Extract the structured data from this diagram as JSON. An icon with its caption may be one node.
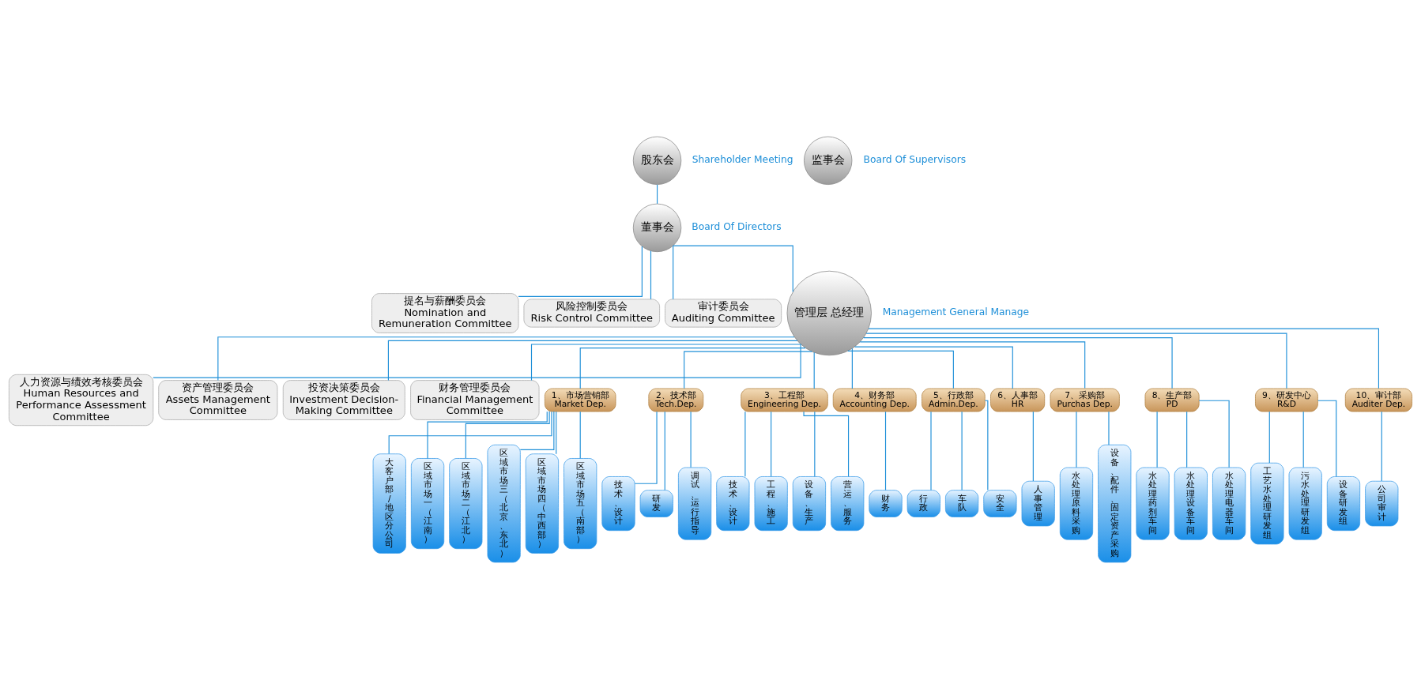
{
  "diagram": {
    "nodes": [
      {
        "text": [
          "股东会"
        ],
        "beside": [
          "Shareholder Meeting"
        ]
      },
      {
        "text": [
          "监事会"
        ],
        "beside": [
          "Board Of Supervisors"
        ]
      },
      {
        "text": [
          "董事会"
        ],
        "beside": [
          "Board Of Directors"
        ]
      },
      {
        "text": [
          "提名与薪酬委员会",
          "Nomination and Remuneration Committee"
        ]
      },
      {
        "text": [
          "风险控制委员会",
          "Risk Control Committee"
        ]
      },
      {
        "text": [
          "审计委员会",
          "Auditing Committee"
        ]
      },
      {
        "text": [
          "管理层 总经理"
        ],
        "beside": [
          "Management General Manage"
        ]
      },
      {
        "text": [
          "人力资源与绩效考核委员会",
          "Human Resources and Performance Assessment Committee"
        ]
      },
      {
        "text": [
          "资产管理委员会",
          "Assets Management Committee"
        ]
      },
      {
        "text": [
          "投资决策委员会",
          "Investment Decision-Making Committee"
        ]
      },
      {
        "text": [
          "财务管理委员会",
          "Financial Management Committee"
        ]
      },
      {
        "text": [
          "1、市场营销部",
          "Market Dep."
        ]
      },
      {
        "text": [
          "2、技术部",
          "Tech.Dep."
        ]
      },
      {
        "text": [
          "3、工程部",
          "Engineering Dep."
        ]
      },
      {
        "text": [
          "4、财务部",
          "Accounting Dep."
        ]
      },
      {
        "text": [
          "5、行政部",
          "Admin.Dep."
        ]
      },
      {
        "text": [
          "6、人事部",
          "HR"
        ]
      },
      {
        "text": [
          "7、采购部",
          "Purchas Dep."
        ]
      },
      {
        "text": [
          "8、生产部",
          "PD"
        ]
      },
      {
        "text": [
          "9、研发中心",
          "R&D"
        ]
      },
      {
        "text": [
          "10、审计部",
          "Auditer Dep."
        ]
      },
      {
        "text": [
          "大客户部/地区分公司"
        ]
      },
      {
        "text": [
          "区域市场一（江南）"
        ]
      },
      {
        "text": [
          "区域市场二（江北）"
        ]
      },
      {
        "text": [
          "区域市场三（北京、东北）"
        ]
      },
      {
        "text": [
          "区域市场四（中西部）"
        ]
      },
      {
        "text": [
          "区域市场五（南部）"
        ]
      },
      {
        "text": [
          "技术、设计"
        ]
      },
      {
        "text": [
          "研发"
        ]
      },
      {
        "text": [
          "调试、运行指导"
        ]
      },
      {
        "text": [
          "技术、设计"
        ]
      },
      {
        "text": [
          "工程、施工"
        ]
      },
      {
        "text": [
          "设备、生产"
        ]
      },
      {
        "text": [
          "营运、服务"
        ]
      },
      {
        "text": [
          "财务"
        ]
      },
      {
        "text": [
          "行政"
        ]
      },
      {
        "text": [
          "车队"
        ]
      },
      {
        "text": [
          "安全"
        ]
      },
      {
        "text": [
          "人事管理"
        ]
      },
      {
        "text": [
          "水处理原料采购"
        ]
      },
      {
        "text": [
          "设备、配件、固定资产采购"
        ]
      },
      {
        "text": [
          "水处理药剂车间"
        ]
      },
      {
        "text": [
          "水处理设备车间"
        ]
      },
      {
        "text": [
          "水处理电器车间"
        ]
      },
      {
        "text": [
          "工艺水处理研发组"
        ]
      },
      {
        "text": [
          "污水处理研发组"
        ]
      },
      {
        "text": [
          "设备研发组"
        ]
      },
      {
        "text": [
          "公司审计"
        ]
      }
    ],
    "edges": [
      {
        "from": 0,
        "to": 2,
        "arrow": "none"
      },
      {
        "from": 2,
        "to": 3,
        "arrow": "none"
      },
      {
        "from": 2,
        "to": 4,
        "arrow": "none"
      },
      {
        "from": 2,
        "to": 5,
        "arrow": "none"
      },
      {
        "from": 2,
        "to": 6,
        "arrow": "none"
      },
      {
        "from": 6,
        "to": 7,
        "arrow": "none"
      },
      {
        "from": 6,
        "to": 8,
        "arrow": "none"
      },
      {
        "from": 6,
        "to": 9,
        "arrow": "none"
      },
      {
        "from": 6,
        "to": 10,
        "arrow": "none"
      },
      {
        "from": 6,
        "to": 11,
        "arrow": "none"
      },
      {
        "from": 6,
        "to": 12,
        "arrow": "none"
      },
      {
        "from": 6,
        "to": 13,
        "arrow": "none"
      },
      {
        "from": 6,
        "to": 14,
        "arrow": "none"
      },
      {
        "from": 6,
        "to": 15,
        "arrow": "none"
      },
      {
        "from": 6,
        "to": 16,
        "arrow": "none"
      },
      {
        "from": 6,
        "to": 17,
        "arrow": "none"
      },
      {
        "from": 6,
        "to": 18,
        "arrow": "none"
      },
      {
        "from": 6,
        "to": 19,
        "arrow": "none"
      },
      {
        "from": 6,
        "to": 20,
        "arrow": "none"
      },
      {
        "from": 11,
        "to": 21,
        "arrow": "none"
      },
      {
        "from": 11,
        "to": 22,
        "arrow": "none"
      },
      {
        "from": 11,
        "to": 23,
        "arrow": "none"
      },
      {
        "from": 11,
        "to": 24,
        "arrow": "none"
      },
      {
        "from": 11,
        "to": 25,
        "arrow": "none"
      },
      {
        "from": 11,
        "to": 26,
        "arrow": "none"
      },
      {
        "from": 12,
        "to": 27,
        "arrow": "none"
      },
      {
        "from": 12,
        "to": 28,
        "arrow": "none"
      },
      {
        "from": 12,
        "to": 29,
        "arrow": "none"
      },
      {
        "from": 13,
        "to": 30,
        "arrow": "none"
      },
      {
        "from": 13,
        "to": 31,
        "arrow": "none"
      },
      {
        "from": 13,
        "to": 32,
        "arrow": "none"
      },
      {
        "from": 13,
        "to": 33,
        "arrow": "none"
      },
      {
        "from": 14,
        "to": 34,
        "arrow": "none"
      },
      {
        "from": 15,
        "to": 35,
        "arrow": "none"
      },
      {
        "from": 15,
        "to": 36,
        "arrow": "none"
      },
      {
        "from": 15,
        "to": 37,
        "arrow": "none"
      },
      {
        "from": 16,
        "to": 38,
        "arrow": "none"
      },
      {
        "from": 17,
        "to": 39,
        "arrow": "none"
      },
      {
        "from": 17,
        "to": 40,
        "arrow": "none"
      },
      {
        "from": 18,
        "to": 41,
        "arrow": "none"
      },
      {
        "from": 18,
        "to": 42,
        "arrow": "none"
      },
      {
        "from": 18,
        "to": 43,
        "arrow": "none"
      },
      {
        "from": 19,
        "to": 44,
        "arrow": "none"
      },
      {
        "from": 19,
        "to": 45,
        "arrow": "none"
      },
      {
        "from": 19,
        "to": 46,
        "arrow": "none"
      },
      {
        "from": 20,
        "to": 47,
        "arrow": "none"
      }
    ]
  }
}
